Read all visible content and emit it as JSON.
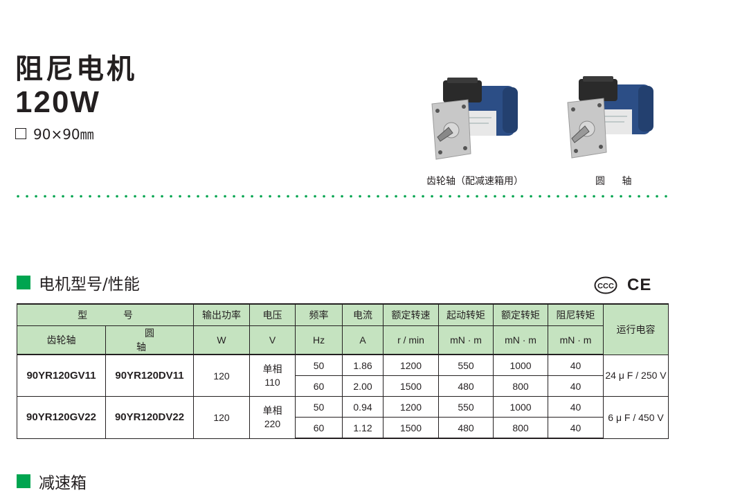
{
  "title": {
    "name": "阻尼电机",
    "power": "120W",
    "size": "90×90㎜"
  },
  "images": {
    "gear_shaft_caption": "齿轮轴（配减速箱用）",
    "round_shaft_caption": "圆 轴"
  },
  "sections": {
    "performance": "电机型号/性能",
    "gearbox": "减速箱"
  },
  "certifications": {
    "ccc": "CCC",
    "ce": "CE"
  },
  "colors": {
    "accent": "#00a550",
    "table_header": "#c5e3c0",
    "motor_body": "#2c4e86"
  },
  "table": {
    "header": {
      "model": "型 号",
      "gear_shaft": "齿轮轴",
      "round_shaft": "圆 轴",
      "output_power": "输出功率",
      "output_power_unit": "W",
      "voltage": "电压",
      "voltage_unit": "V",
      "frequency": "频率",
      "frequency_unit": "Hz",
      "current": "电流",
      "current_unit": "A",
      "rated_speed": "额定转速",
      "rated_speed_unit": "r / min",
      "starting_torque": "起动转矩",
      "starting_torque_unit": "mN · m",
      "rated_torque": "额定转矩",
      "rated_torque_unit": "mN · m",
      "damping_torque": "阻尼转矩",
      "damping_torque_unit": "mN · m",
      "capacitor": "运行电容"
    },
    "groups": [
      {
        "gear_model": "90YR120GV11",
        "round_model": "90YR120DV11",
        "power": "120",
        "voltage_phase": "单相",
        "voltage_value": "110",
        "capacitor": "24 μ F / 250 V",
        "rows": [
          {
            "freq": "50",
            "current": "1.86",
            "rated_speed": "1200",
            "starting_torque": "550",
            "rated_torque": "1000",
            "damping_torque": "40"
          },
          {
            "freq": "60",
            "current": "2.00",
            "rated_speed": "1500",
            "starting_torque": "480",
            "rated_torque": "800",
            "damping_torque": "40"
          }
        ]
      },
      {
        "gear_model": "90YR120GV22",
        "round_model": "90YR120DV22",
        "power": "120",
        "voltage_phase": "单相",
        "voltage_value": "220",
        "capacitor": "6 μ F / 450 V",
        "rows": [
          {
            "freq": "50",
            "current": "0.94",
            "rated_speed": "1200",
            "starting_torque": "550",
            "rated_torque": "1000",
            "damping_torque": "40"
          },
          {
            "freq": "60",
            "current": "1.12",
            "rated_speed": "1500",
            "starting_torque": "480",
            "rated_torque": "800",
            "damping_torque": "40"
          }
        ]
      }
    ]
  }
}
